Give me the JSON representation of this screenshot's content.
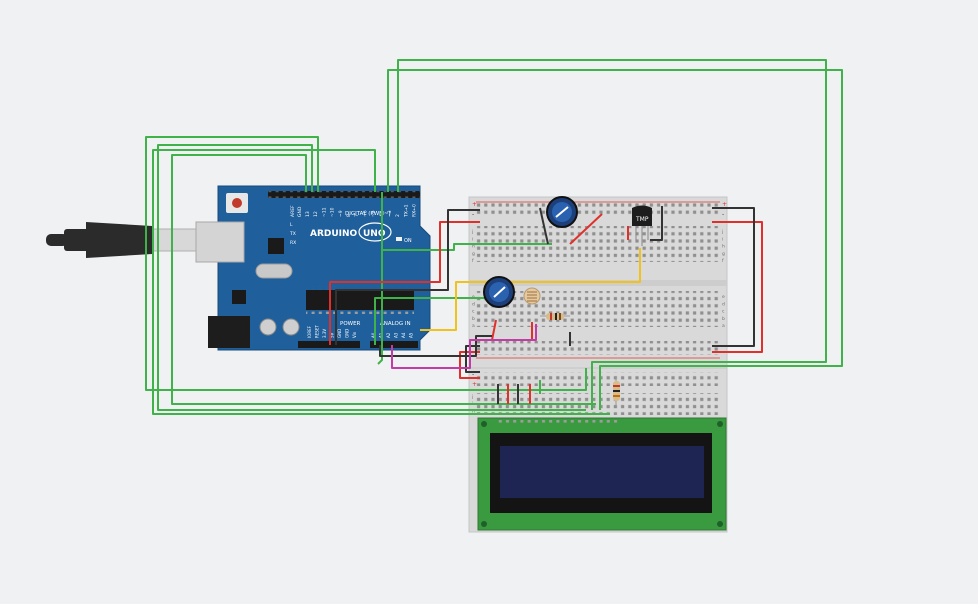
{
  "canvas": {
    "background": "#f0f1f3"
  },
  "colors": {
    "wire_green": "#3fb24a",
    "wire_red": "#e0302b",
    "wire_black": "#333333",
    "wire_yellow": "#f1c21b",
    "wire_magenta": "#c43aa6",
    "board_blue": "#1f5f9c",
    "breadboard": "#d9d9d9",
    "lcd_pcb": "#3a9a3f",
    "lcd_screen": "#1f2552"
  },
  "arduino": {
    "brand": "ARDUINO",
    "model": "UNO",
    "digital_header": "DIGITAL (PWM~)",
    "power_header": "POWER",
    "analog_header": "ANALOG IN",
    "on_label": "ON",
    "aref": "AREF",
    "gnd": "GND",
    "pin_labels": [
      "13",
      "12",
      "~11",
      "~10",
      "~9",
      "8",
      "7",
      "~6",
      "~5",
      "4",
      "~3",
      "2",
      "TX→1",
      "RX←0"
    ],
    "power_labels": [
      "IOREF",
      "RESET",
      "3.3V",
      "5V",
      "GND",
      "GND",
      "Vin"
    ],
    "analog_labels": [
      "A0",
      "A1",
      "A2",
      "A3",
      "A4",
      "A5"
    ],
    "led_labels": [
      "L",
      "TX",
      "RX"
    ]
  },
  "components": {
    "temp_sensor": "TMP",
    "potentiometer_top": "potentiometer",
    "potentiometer_mid": "potentiometer",
    "photoresistor": "photoresistor"
  },
  "breadboard_top": {
    "row_letters": [
      "a",
      "b",
      "c",
      "d",
      "e",
      "f",
      "g",
      "h",
      "i",
      "j"
    ],
    "rail_plus": "+",
    "rail_minus": "-"
  },
  "breadboard_bottom": {
    "row_letters": [
      "j",
      "i",
      "h",
      "g",
      "f",
      "e",
      "d",
      "c",
      "b",
      "a"
    ],
    "rail_plus": "+",
    "rail_minus": "-"
  }
}
